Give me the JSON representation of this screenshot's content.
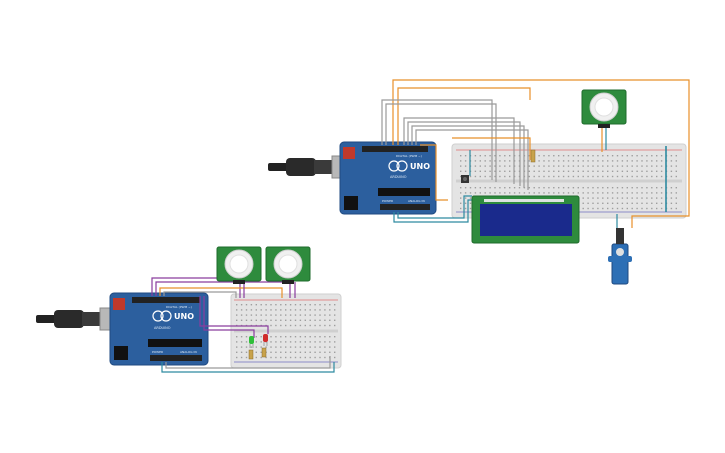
{
  "board_upper": {
    "brand": "UNO",
    "maker": "ARDUINO",
    "digital_label": "DIGITAL (PWM ~)",
    "power_label": "POWER",
    "analog_label": "ANALOG IN"
  },
  "board_lower": {
    "brand": "UNO",
    "maker": "ARDUINO",
    "digital_label": "DIGITAL (PWM ~)",
    "power_label": "POWER",
    "analog_label": "ANALOG IN"
  },
  "colors": {
    "board": "#2c5f9e",
    "board_dark": "#1f4a80",
    "breadboard": "#e6e6e6",
    "pir_pcb": "#2e8b3d",
    "lcd_frame": "#2e8b3d",
    "lcd_screen": "#1a2a8c",
    "servo": "#2d6fb5",
    "wire_orange": "#e8902a",
    "wire_gray": "#9a9a9a",
    "wire_purple": "#8a3d9e",
    "wire_teal": "#2d8aa0",
    "wire_red": "#d02b2b",
    "led_green": "#2fbf3a",
    "led_red": "#d02b2b"
  }
}
